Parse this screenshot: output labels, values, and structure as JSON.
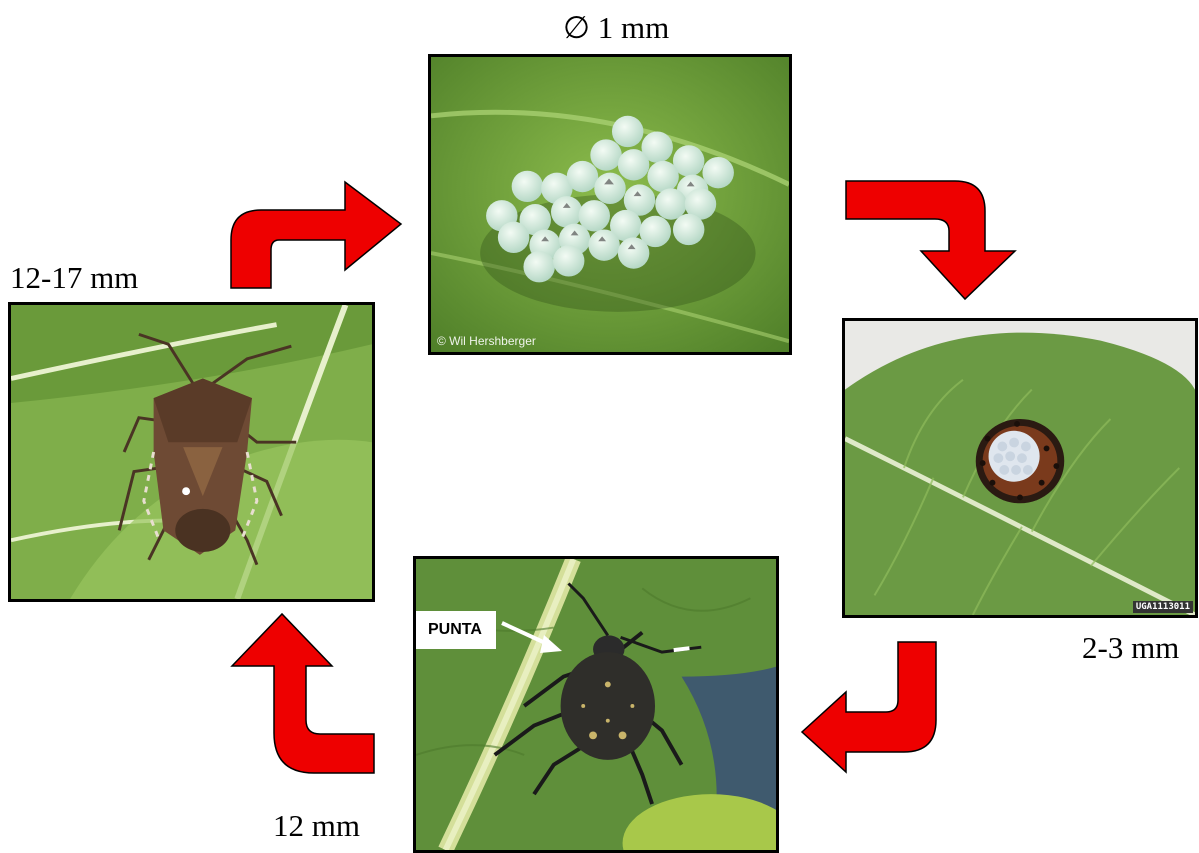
{
  "stages": {
    "egg": {
      "size_label": "∅ 1 mm",
      "credit": "© Wil Hershberger"
    },
    "first_instar": {
      "size_label": "2-3 mm",
      "code": "UGA1113011"
    },
    "nymph": {
      "size_label": "12 mm",
      "pointer_label": "PUNTA"
    },
    "adult": {
      "size_label": "12-17 mm"
    }
  },
  "colors": {
    "arrow_fill": "#ee0000",
    "arrow_stroke": "#000000",
    "leaf": "#6a9a3a"
  }
}
